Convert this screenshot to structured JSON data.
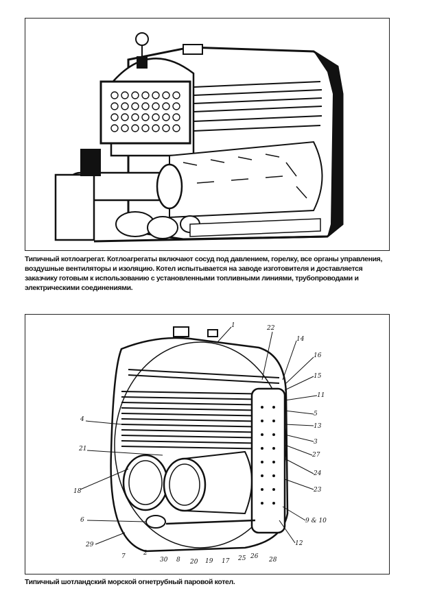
{
  "figures": [
    {
      "id": "boiler-package",
      "caption": "Типичный котлоагрегат. Котлоагрегаты включают сосуд под давлением, горелку, все органы управления, воздушные вентиляторы и изоляцию. Котел испытывается на заводе изготовителя и доставляется заказчику готовым к использованию с установленными топливными линиями, трубопроводами и электрическими соединениями."
    },
    {
      "id": "scotch-marine-boiler",
      "caption": "Типичный шотландский морской огнетрубный паровой котел.",
      "labels": [
        {
          "id": "1",
          "text": "1"
        },
        {
          "id": "22",
          "text": "22"
        },
        {
          "id": "14",
          "text": "14"
        },
        {
          "id": "16",
          "text": "16"
        },
        {
          "id": "15",
          "text": "15"
        },
        {
          "id": "11",
          "text": "11"
        },
        {
          "id": "5",
          "text": "5"
        },
        {
          "id": "13",
          "text": "13"
        },
        {
          "id": "3",
          "text": "3"
        },
        {
          "id": "27",
          "text": "27"
        },
        {
          "id": "24",
          "text": "24"
        },
        {
          "id": "23",
          "text": "23"
        },
        {
          "id": "9-10",
          "text": "9 & 10"
        },
        {
          "id": "12",
          "text": "12"
        },
        {
          "id": "4",
          "text": "4"
        },
        {
          "id": "21",
          "text": "21"
        },
        {
          "id": "18",
          "text": "18"
        },
        {
          "id": "6",
          "text": "6"
        },
        {
          "id": "29",
          "text": "29"
        },
        {
          "id": "7",
          "text": "7"
        },
        {
          "id": "2",
          "text": "2"
        },
        {
          "id": "30",
          "text": "30"
        },
        {
          "id": "8",
          "text": "8"
        },
        {
          "id": "20",
          "text": "20"
        },
        {
          "id": "19",
          "text": "19"
        },
        {
          "id": "17",
          "text": "17"
        },
        {
          "id": "25",
          "text": "25"
        },
        {
          "id": "26",
          "text": "26"
        },
        {
          "id": "28",
          "text": "28"
        }
      ]
    }
  ]
}
